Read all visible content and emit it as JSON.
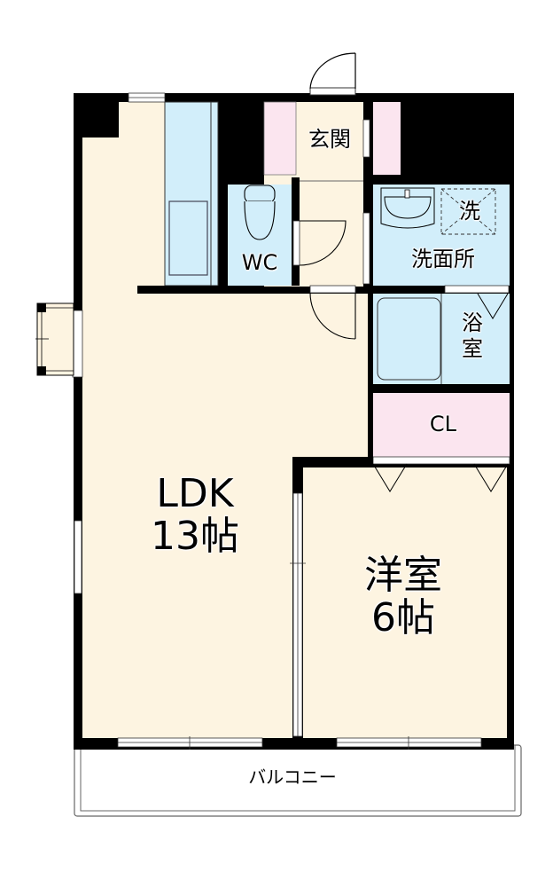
{
  "floorplan": {
    "rooms": {
      "ldk": {
        "name": "LDK",
        "size": "13帖"
      },
      "western_room": {
        "name": "洋室",
        "size": "6帖"
      },
      "entrance": {
        "name": "玄関"
      },
      "wc": {
        "name": "WC"
      },
      "washroom": {
        "name": "洗面所"
      },
      "washer": {
        "name": "洗"
      },
      "bath": {
        "name": "浴室"
      },
      "closet": {
        "name": "CL"
      },
      "balcony": {
        "name": "バルコニー"
      }
    },
    "colors": {
      "floor": "#fdf4e1",
      "wet_area": "#d2eefa",
      "storage": "#fbe5ef",
      "wall": "#000000",
      "background": "#ffffff"
    }
  }
}
